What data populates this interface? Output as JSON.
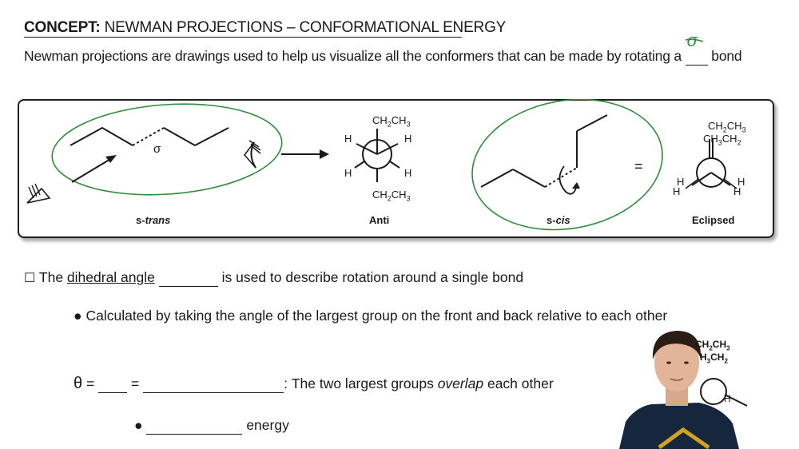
{
  "header": {
    "concept_label": "CONCEPT:",
    "concept_title": " NEWMAN PROJECTIONS – CONFORMATIONAL ENERGY"
  },
  "intro": {
    "text": "Newman projections are drawings used to help us visualize all the conformers that can be made by rotating a",
    "handwritten": "σ",
    "end": "bond"
  },
  "figure": {
    "sigma": "σ",
    "strans_prefix": "s-",
    "strans_italic": "trans",
    "anti_label": "Anti",
    "scis_prefix": "s-",
    "scis_italic": "cis",
    "eclipsed_label": "Eclipsed",
    "equals": "=",
    "anti_top": "CH",
    "anti_bottom": "CH",
    "ecl_top1": "CH",
    "ecl_top2": "CH",
    "h": "H"
  },
  "body": {
    "dihedral_prefix": "The ",
    "dihedral_term": "dihedral angle",
    "dihedral_rest": "is used to describe rotation around a single bond",
    "calc_text": "Calculated by taking the angle of the largest group on the front and back relative to each other",
    "theta": "θ",
    "eq": "=",
    "overlap_pre": ": The two largest groups ",
    "overlap_word": "overlap",
    "overlap_post": " each other",
    "energy": "energy"
  },
  "colors": {
    "handwriting_green": "#2e8b3a",
    "ink": "#1a1a1a"
  }
}
